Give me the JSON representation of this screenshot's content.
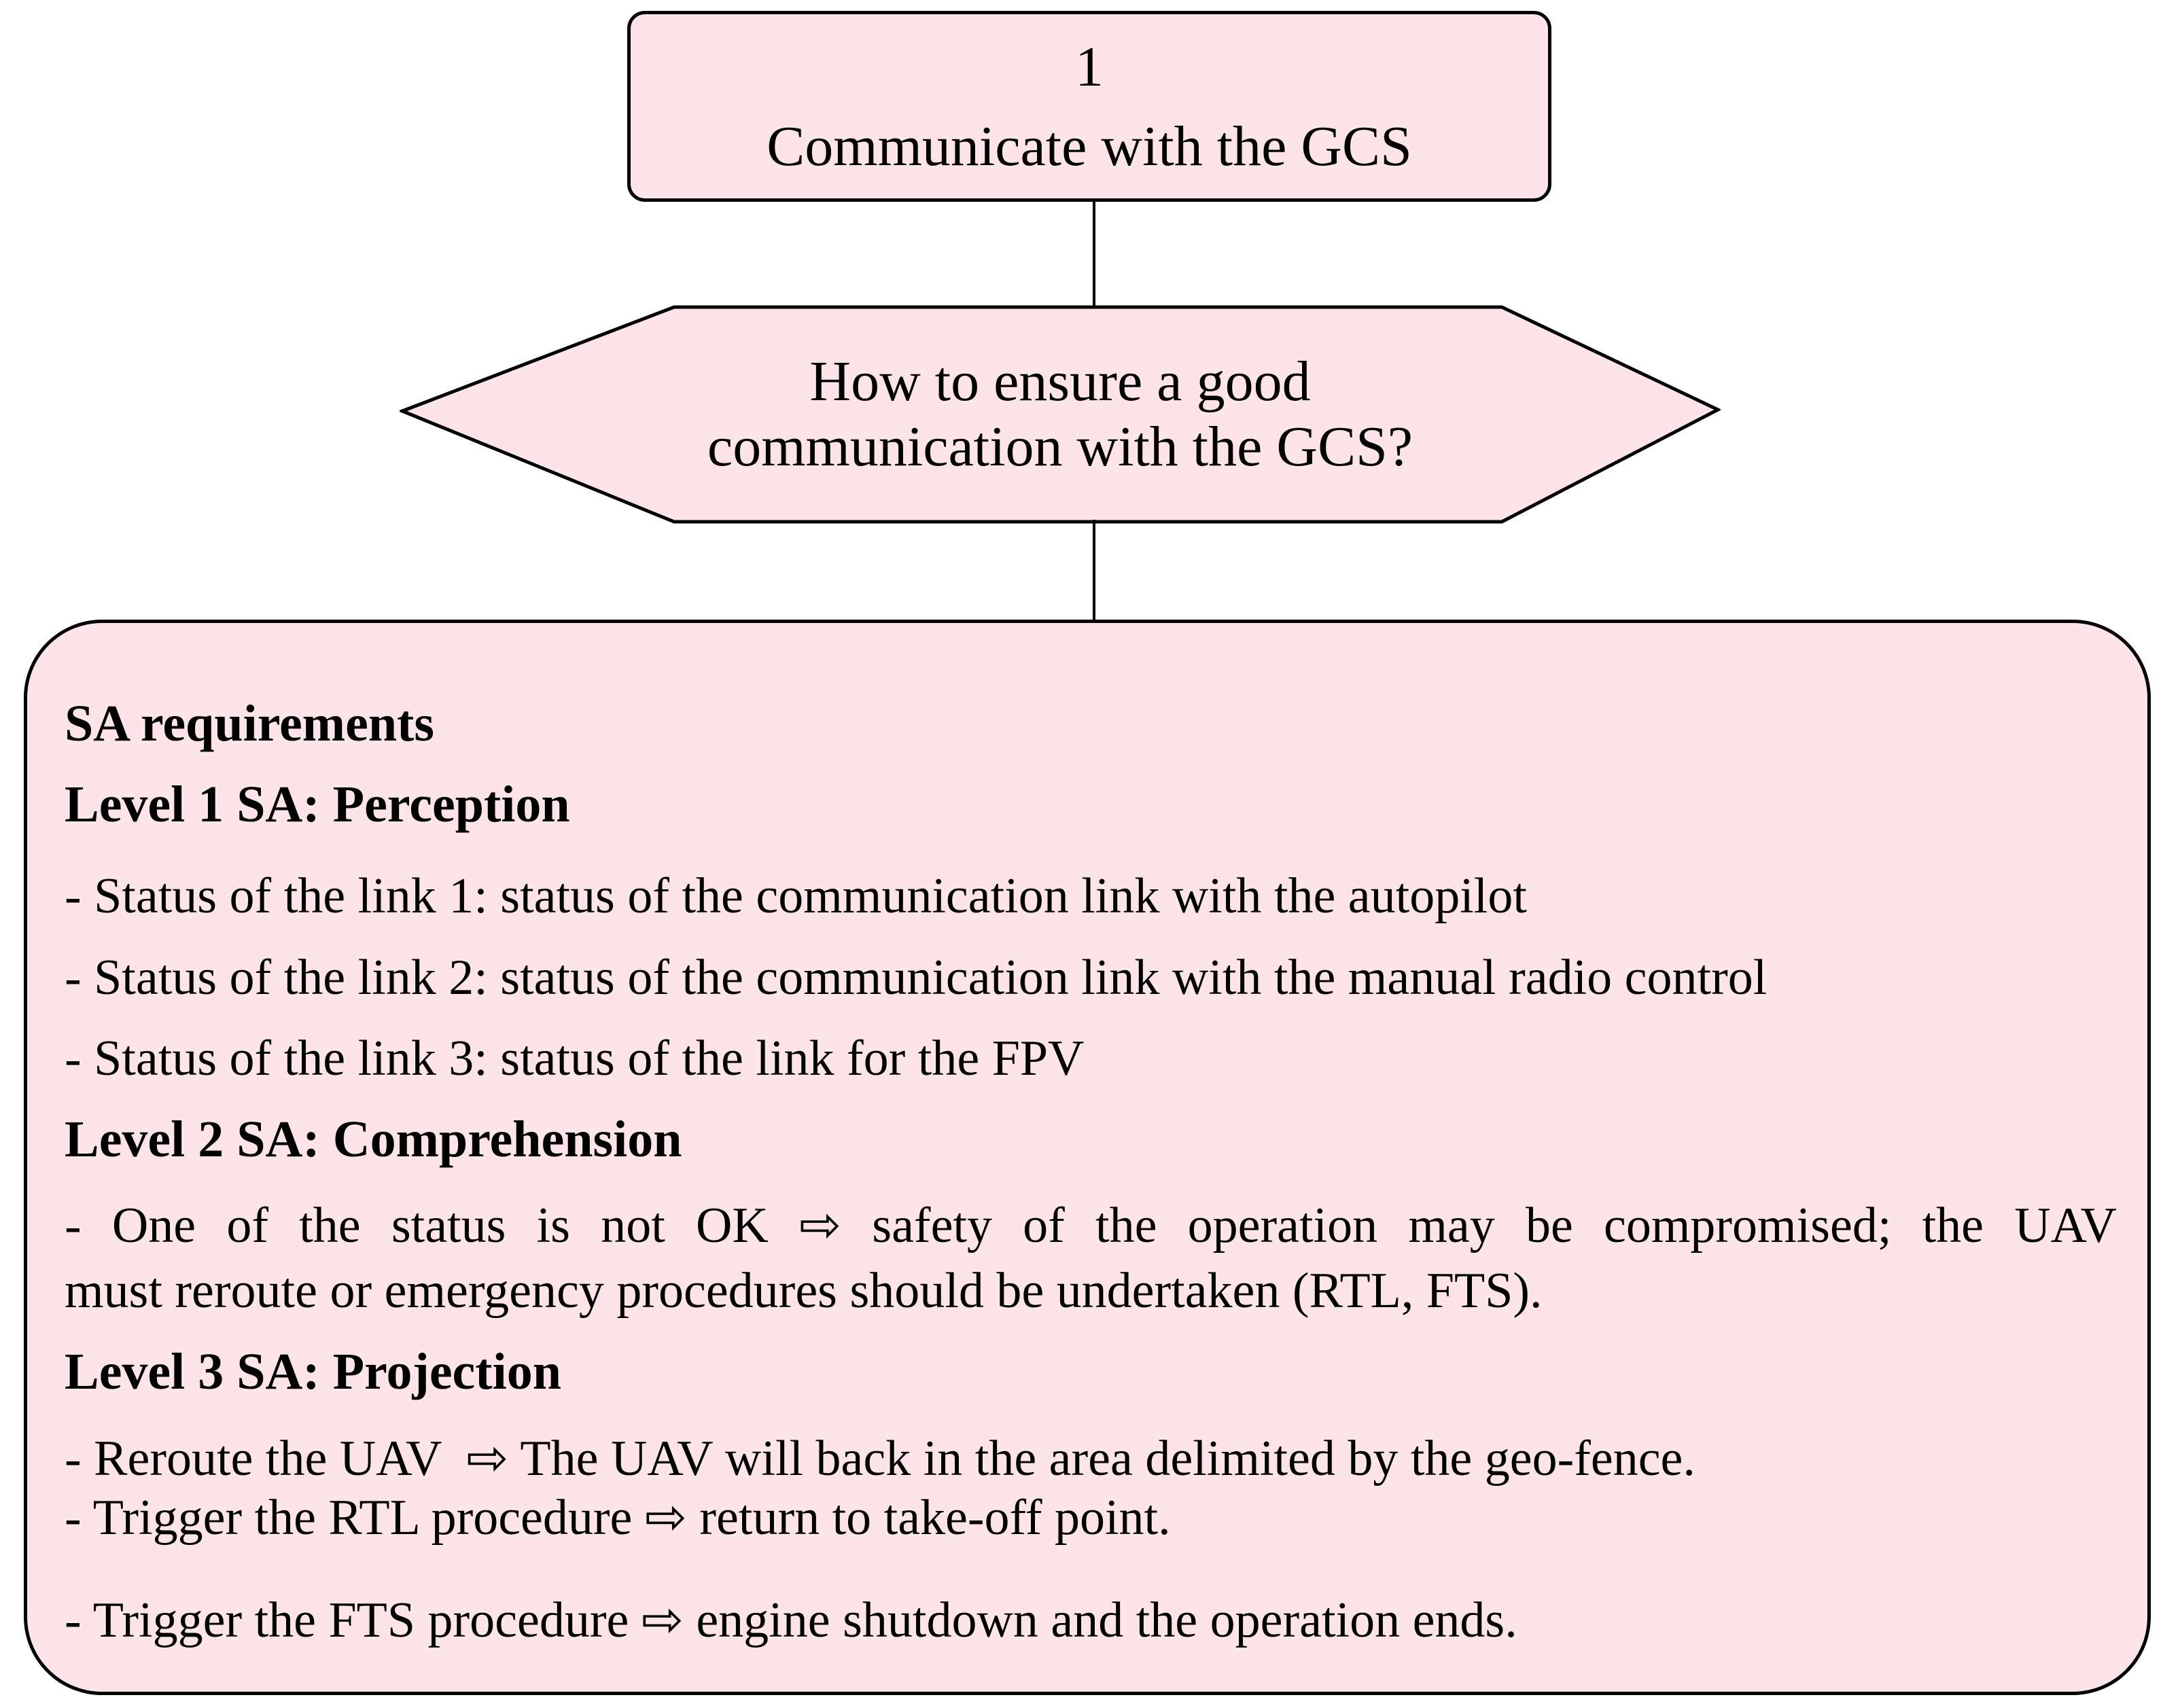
{
  "title_box": {
    "step_number": "1",
    "label": "Communicate with the GCS"
  },
  "question": {
    "line1": "How to ensure a good",
    "line2": "communication with the GCS?"
  },
  "sa_box": {
    "lines": [
      {
        "text": "SA requirements"
      },
      {
        "text": "Level 1 SA: Perception"
      },
      {
        "text": "- Status of the link 1: status of the communication link with the autopilot"
      },
      {
        "text": "- Status of the link 2: status of the communication link with the manual radio control"
      },
      {
        "text": "- Status of the link 3: status of the link for the FPV"
      },
      {
        "text": "Level 2 SA: Comprehension"
      },
      {
        "text": "- One of the status is not OK ⇨ safety of the operation may be compromised; the UAV"
      },
      {
        "text": "must reroute or emergency procedures should be undertaken (RTL, FTS)."
      },
      {
        "text": "Level 3 SA: Projection"
      },
      {
        "text": "- Reroute the UAV  ⇨ The UAV will back in the area delimited by the geo-fence."
      },
      {
        "text": "- Trigger the RTL procedure ⇨ return to take-off point."
      },
      {
        "text": "- Trigger the FTS procedure ⇨ engine shutdown and the operation ends."
      }
    ]
  },
  "colors": {
    "shape_fill": "#fce4e9",
    "shape_border": "#000000",
    "connector": "#000000",
    "text": "#000000"
  }
}
